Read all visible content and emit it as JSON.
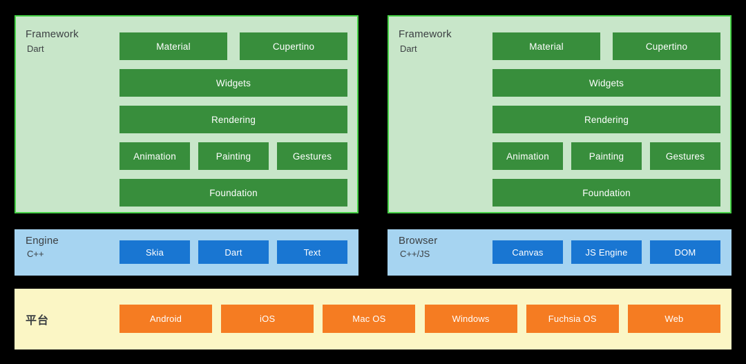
{
  "colors": {
    "page_bg": "#000000",
    "framework_panel_bg": "#C8E6C9",
    "framework_panel_border": "#46D246",
    "framework_box": "#388E3C",
    "engine_panel_bg": "#A6D4F1",
    "engine_box": "#1976D2",
    "platform_panel_bg": "#FBF6C5",
    "platform_box": "#F57C22",
    "label_text": "#3B3F42",
    "box_text": "#FFFFFF"
  },
  "framework_left": {
    "title": "Framework",
    "subtitle": "Dart",
    "buttons": {
      "material": "Material",
      "cupertino": "Cupertino",
      "widgets": "Widgets",
      "rendering": "Rendering",
      "animation": "Animation",
      "painting": "Painting",
      "gestures": "Gestures",
      "foundation": "Foundation"
    }
  },
  "framework_right": {
    "title": "Framework",
    "subtitle": "Dart",
    "buttons": {
      "material": "Material",
      "cupertino": "Cupertino",
      "widgets": "Widgets",
      "rendering": "Rendering",
      "animation": "Animation",
      "painting": "Painting",
      "gestures": "Gestures",
      "foundation": "Foundation"
    }
  },
  "engine": {
    "title": "Engine",
    "subtitle": "C++",
    "buttons": {
      "skia": "Skia",
      "dart": "Dart",
      "text": "Text"
    }
  },
  "browser": {
    "title": "Browser",
    "subtitle": "C++/JS",
    "buttons": {
      "canvas": "Canvas",
      "js_engine": "JS Engine",
      "dom": "DOM"
    }
  },
  "platform": {
    "title": "平台",
    "buttons": {
      "android": "Android",
      "ios": "iOS",
      "macos": "Mac OS",
      "windows": "Windows",
      "fuchsia": "Fuchsia OS",
      "web": "Web"
    }
  }
}
